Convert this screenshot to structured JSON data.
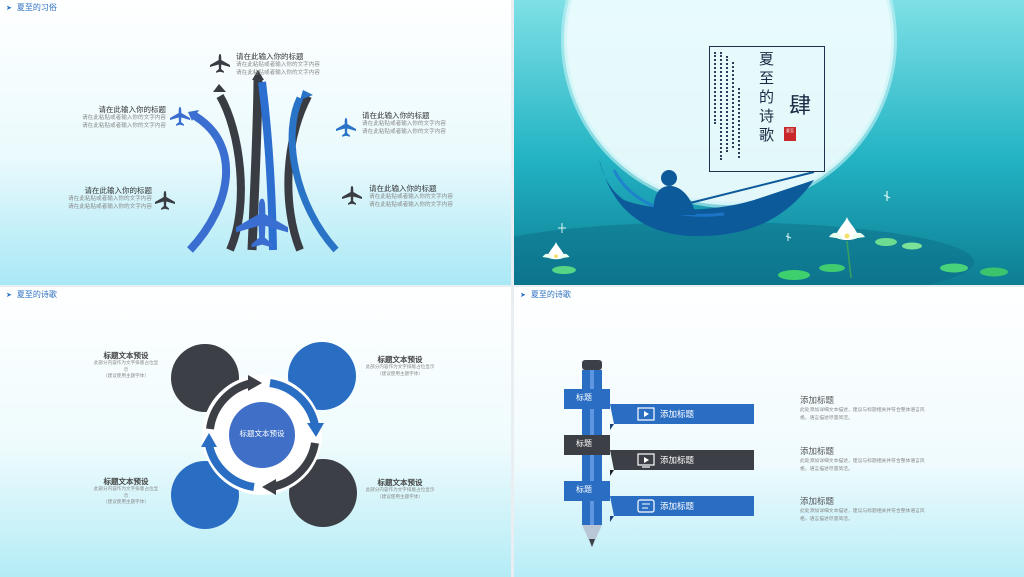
{
  "slide1": {
    "header": "夏至的习俗",
    "items": [
      {
        "title": "请在此输入你的标题",
        "desc": [
          "请在此粘贴或者输入你的文字内容",
          "请在此粘贴或者输入你的文字内容"
        ]
      },
      {
        "title": "请在此输入你的标题",
        "desc": [
          "请在此粘贴或者输入你的文字内容",
          "请在此粘贴或者输入你的文字内容"
        ]
      },
      {
        "title": "请在此输入你的标题",
        "desc": [
          "请在此粘贴或者输入你的文字内容",
          "请在此粘贴或者输入你的文字内容"
        ]
      },
      {
        "title": "请在此输入你的标题",
        "desc": [
          "请在此粘贴或者输入你的文字内容",
          "请在此粘贴或者输入你的文字内容"
        ]
      },
      {
        "title": "请在此输入你的标题",
        "desc": [
          "请在此粘贴或者输入你的文字内容",
          "请在此粘贴或者输入你的文字内容"
        ]
      }
    ]
  },
  "slide2": {
    "title_chars": [
      "夏",
      "至",
      "的",
      "诗",
      "歌"
    ],
    "number": "肆",
    "seal": "夏至"
  },
  "slide3": {
    "header": "夏至的诗歌",
    "center": "标题文本预设",
    "items": [
      {
        "title": "标题文本预设",
        "desc": [
          "此部分内容作为文字排版占位显",
          "示",
          "（建议使用主题字体）"
        ]
      },
      {
        "title": "标题文本预设",
        "desc": [
          "此部分内容作为文字排版占位显示",
          "（建议使用主题字体）"
        ]
      },
      {
        "title": "标题文本预设",
        "desc": [
          "此部分内容作为文字排版占位显",
          "示",
          "（建议使用主题字体）"
        ]
      },
      {
        "title": "标题文本预设",
        "desc": [
          "此部分内容作为文字排版占位显示",
          "（建议使用主题字体）"
        ]
      }
    ]
  },
  "slide4": {
    "header": "夏至的诗歌",
    "tags": [
      "标题",
      "标题",
      "标题"
    ],
    "ribbons": [
      "添加标题",
      "添加标题",
      "添加标题"
    ],
    "right": [
      {
        "title": "添加标题",
        "desc": [
          "此处添加详细文本描述，建议与标题相关并符合整体语言风",
          "格，语言描述尽量简洁。"
        ]
      },
      {
        "title": "添加标题",
        "desc": [
          "此处添加详细文本描述，建议与标题相关并符合整体语言风",
          "格，语言描述尽量简洁。"
        ]
      },
      {
        "title": "添加标题",
        "desc": [
          "此处添加详细文本描述，建议与标题相关并符合整体语言风",
          "格，语言描述尽量简洁。"
        ]
      }
    ]
  },
  "colors": {
    "blue": "#2a6ec4",
    "dark": "#3d3f46",
    "light_blue": "#4d8ae0"
  }
}
